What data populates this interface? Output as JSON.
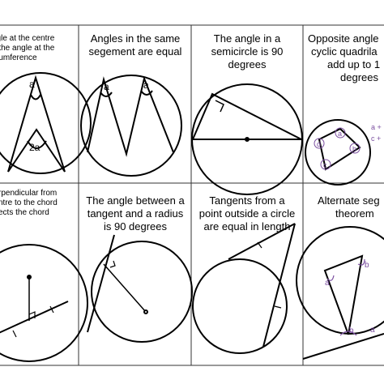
{
  "panels": [
    {
      "id": "centre",
      "lines": [
        "ngle at the centre",
        "e the angle at the",
        "rcumference"
      ],
      "labels": {
        "a": "a",
        "two_a": "2a"
      }
    },
    {
      "id": "same-segment",
      "lines": [
        "Angles in the same",
        "segement are equal"
      ],
      "labels": {
        "a1": "a",
        "a2": "a"
      }
    },
    {
      "id": "semicircle",
      "lines": [
        "The angle in a",
        "semicircle is 90",
        "degrees"
      ]
    },
    {
      "id": "cyclic-quad",
      "lines": [
        "Opposite angle",
        "cyclic quadrila",
        "add up to 1",
        "degrees"
      ],
      "labels": {
        "a": "a",
        "b": "b",
        "c": "c",
        "d": "d"
      },
      "side_notes": [
        "a +",
        "c +"
      ]
    },
    {
      "id": "perpendicular-chord",
      "lines": [
        "rpendicular from",
        "ntre to the chord",
        "ects the chord"
      ]
    },
    {
      "id": "tangent-radius",
      "lines": [
        "The angle between a",
        "tangent and a radius",
        "is 90 degrees"
      ]
    },
    {
      "id": "tangents-equal",
      "lines": [
        "Tangents from a",
        "point outside a circle",
        "are equal in length"
      ]
    },
    {
      "id": "alternate-segment",
      "lines": [
        "Alternate seg",
        "theorem"
      ],
      "labels": {
        "a1": "a",
        "a2": "a",
        "b1": "b",
        "b2": "b"
      }
    }
  ],
  "colors": {
    "line": "#000000",
    "label_purple": "#7b4fa0",
    "grid": "#333333"
  }
}
